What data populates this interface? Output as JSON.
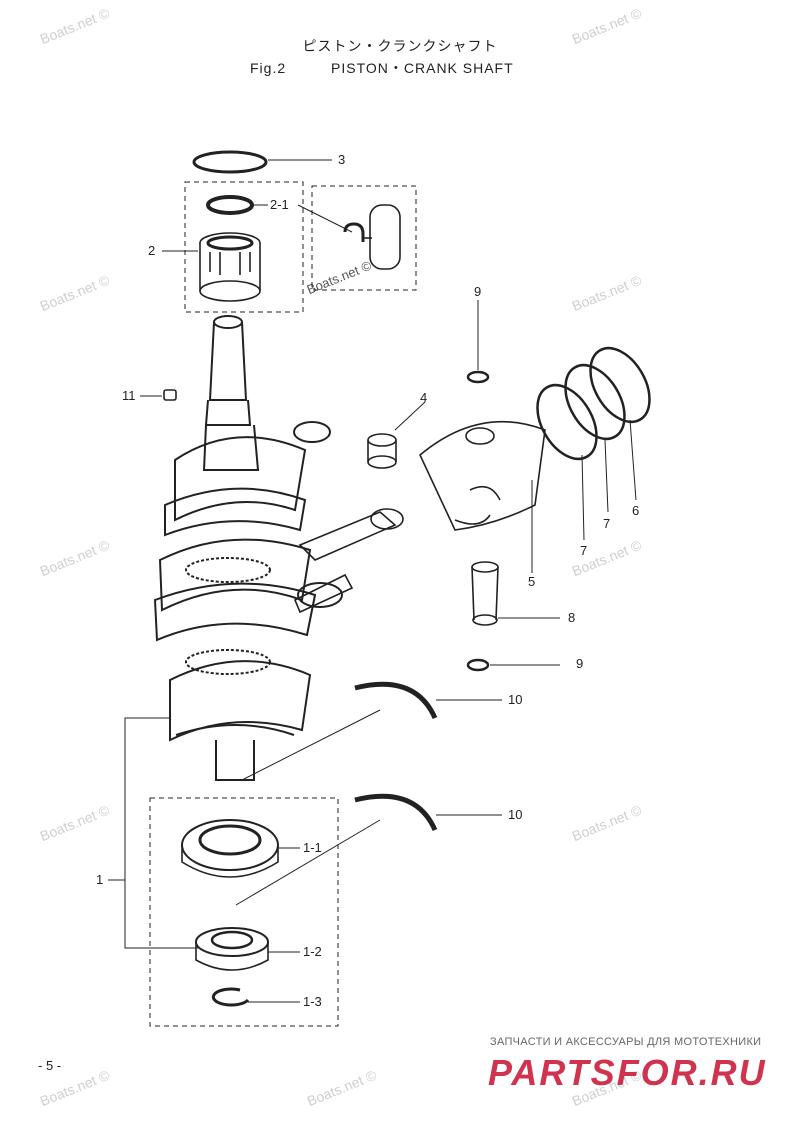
{
  "header": {
    "title_jp": "ピストン・クランクシャフト",
    "fig_label": "Fig.2",
    "title_en": "PISTON・CRANK SHAFT"
  },
  "watermark": "Boats.net ©",
  "callouts": {
    "c3": "3",
    "c2_1": "2-1",
    "c2": "2",
    "c9_top": "9",
    "c11": "11",
    "c4": "4",
    "c6": "6",
    "c7a": "7",
    "c7b": "7",
    "c5": "5",
    "c8": "8",
    "c9_bottom": "9",
    "c10_top": "10",
    "c10_bottom": "10",
    "c1": "1",
    "c1_1": "1-1",
    "c1_2": "1-2",
    "c1_3": "1-3"
  },
  "footer": {
    "page": "- 5 -",
    "shop_tagline": "ЗАПЧАСТИ И АКСЕССУАРЫ ДЛЯ МОТОТЕХНИКИ",
    "shop_logo": "PARTSFOR.RU"
  }
}
